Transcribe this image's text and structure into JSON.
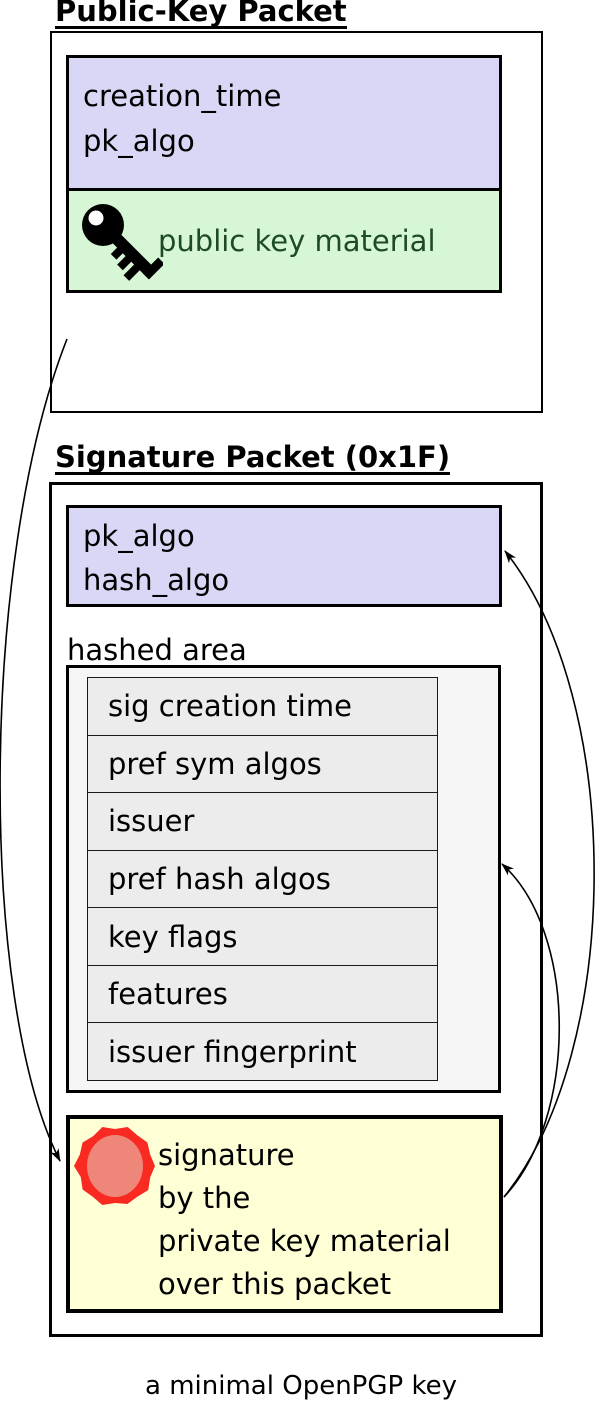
{
  "titles": {
    "public_key_packet": "Public-Key Packet",
    "signature_packet": "Signature Packet (0x1F)"
  },
  "public_key_packet": {
    "fields_box": {
      "lines": [
        "creation_time",
        "pk_algo",
        "..."
      ]
    },
    "material_box": {
      "icon": "key-icon",
      "label": "public key material"
    }
  },
  "signature_packet": {
    "algo_box": {
      "lines": [
        "pk_algo",
        "hash_algo"
      ]
    },
    "hashed_area": {
      "label": "hashed area",
      "subpackets": [
        "sig creation time",
        "pref sym algos",
        "issuer",
        "pref hash algos",
        "key flags",
        "features",
        "issuer fingerprint"
      ]
    },
    "signature_box": {
      "icon": "seal-icon",
      "lines": [
        "signature",
        "by the",
        "private key material",
        "over this packet"
      ]
    }
  },
  "caption": "a minimal OpenPGP key",
  "arrows": [
    {
      "name": "public-key-to-signature",
      "from": "public-key-packet",
      "to": "signature-box"
    },
    {
      "name": "signature-to-algo-box",
      "from": "signature-box",
      "to": "algo-box"
    },
    {
      "name": "signature-to-hashed-area",
      "from": "signature-box",
      "to": "hashed-area-box"
    }
  ],
  "colors": {
    "lavender": "#d8d8f6",
    "green": "#d6f6d6",
    "green_text": "#1d4b24",
    "yellow": "#ffffd6",
    "row_gray": "#ececec",
    "hashed_bg": "#f6f6f6",
    "seal_outer": "#f92a22",
    "seal_inner": "#ef867a",
    "border": "#000000"
  }
}
